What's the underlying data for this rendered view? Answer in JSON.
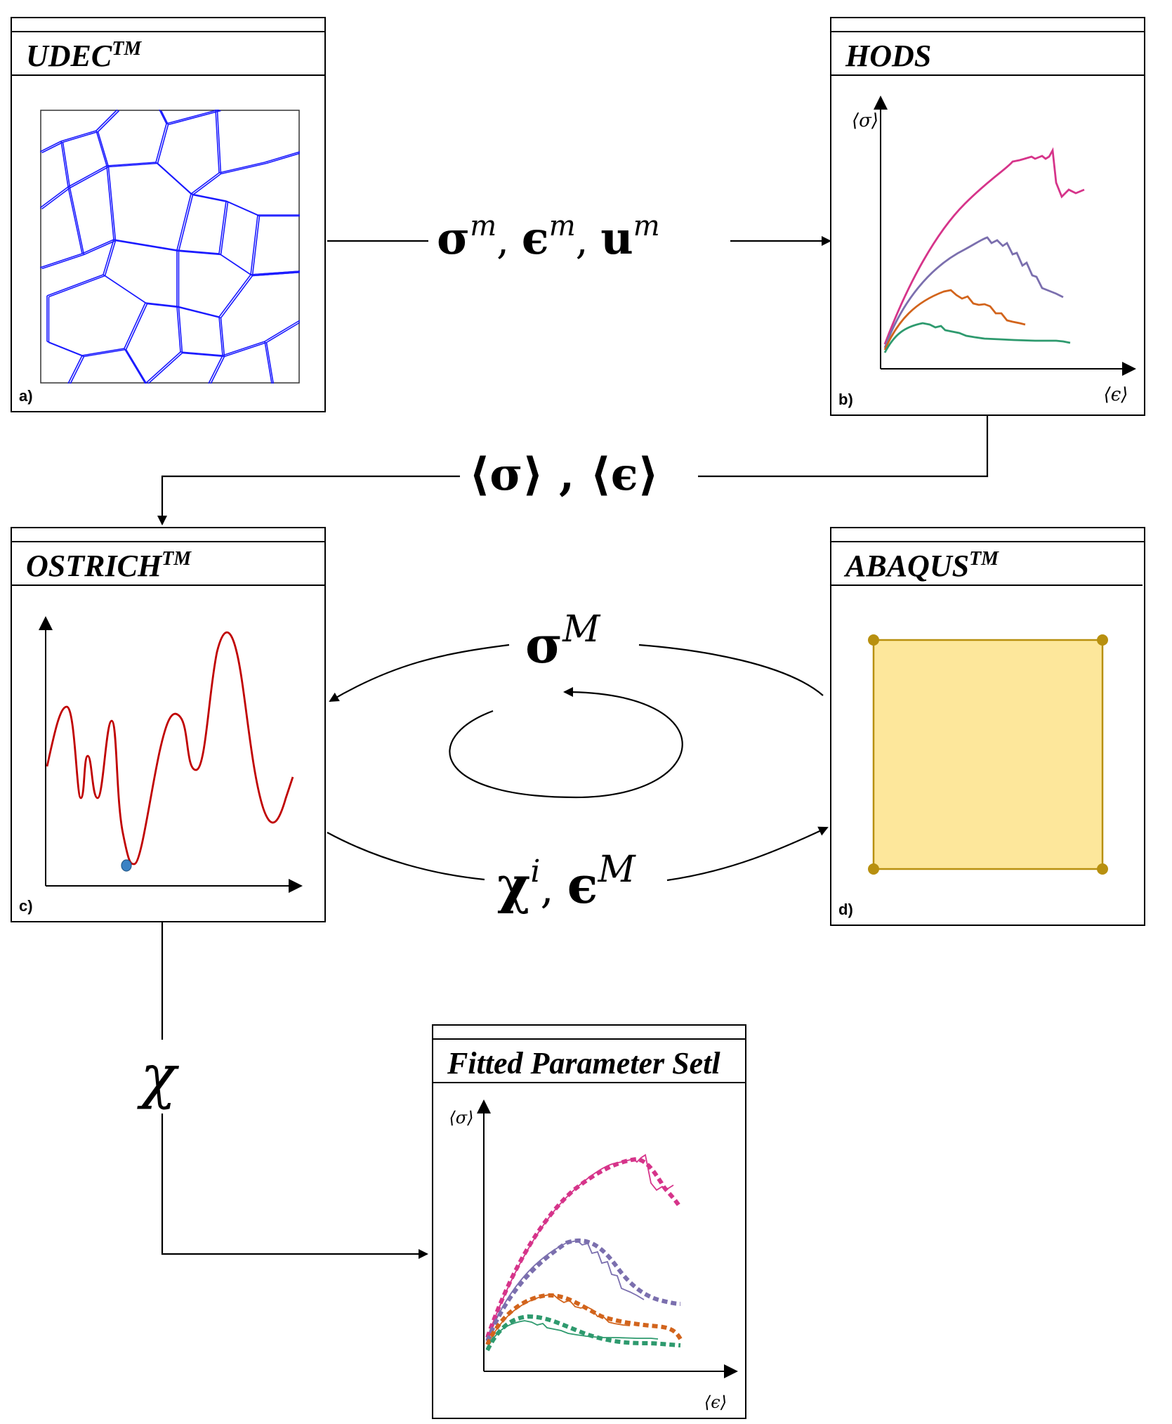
{
  "panels": {
    "udec": {
      "title": "UDEC",
      "superscript": "TM",
      "label": "a)"
    },
    "hods": {
      "title": "HODS",
      "label": "b)",
      "ylabel": "⟨σ⟩",
      "xlabel": "⟨ϵ⟩"
    },
    "ostrich": {
      "title": "OSTRICH",
      "superscript": "TM",
      "label": "c)"
    },
    "abaqus": {
      "title": "ABAQUS",
      "superscript": "TM",
      "label": "d)"
    },
    "fitted": {
      "title": "Fitted Parameter Setl",
      "ylabel": "⟨σ⟩",
      "xlabel": "⟨ϵ⟩"
    }
  },
  "arrows": {
    "udec_to_hods": {
      "sym1": "σ",
      "sup1": "m",
      "sym2": "ϵ",
      "sup2": "m",
      "sym3": "u",
      "sup3": "m"
    },
    "hods_to_ostrich": {
      "text": "⟨σ⟩ , ⟨ϵ⟩"
    },
    "abaqus_to_ostrich": {
      "sym": "σ",
      "sup": "M"
    },
    "ostrich_to_abaqus": {
      "sym1": "χ",
      "sup1": "i",
      "sym2": "ϵ",
      "sup2": "M"
    },
    "ostrich_to_fitted": {
      "sym": "χ"
    }
  },
  "colors": {
    "mesh": "#1a1aff",
    "curve_pink": "#d6348a",
    "curve_purple": "#7b6fae",
    "curve_orange": "#d2641c",
    "curve_green": "#2e9a6e",
    "objective": "#c00000",
    "minimum": "#3b82c4",
    "element_fill": "#fde79b",
    "element_stroke": "#b8900f"
  }
}
